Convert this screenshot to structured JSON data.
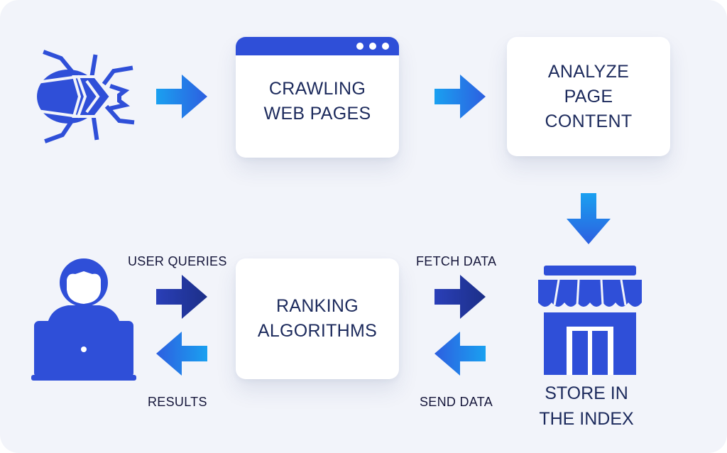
{
  "colors": {
    "background": "#f2f4fa",
    "brand_blue": "#2f4fd8",
    "arrow_light_start": "#1aa0f0",
    "arrow_light_end": "#2d5fe0",
    "arrow_dark": "#1f3a9c",
    "text": "#1c2a5c"
  },
  "nodes": {
    "crawling": "CRAWLING\nWEB PAGES",
    "analyze": "ANALYZE\nPAGE\nCONTENT",
    "ranking": "RANKING\nALGORITHMS",
    "store": "STORE IN\nTHE INDEX"
  },
  "edge_labels": {
    "user_queries": "USER QUERIES",
    "results": "RESULTS",
    "fetch_data": "FETCH DATA",
    "send_data": "SEND DATA"
  },
  "icons": {
    "crawler": "spider-bot-icon",
    "user": "user-at-laptop-icon",
    "index": "storefront-icon"
  }
}
